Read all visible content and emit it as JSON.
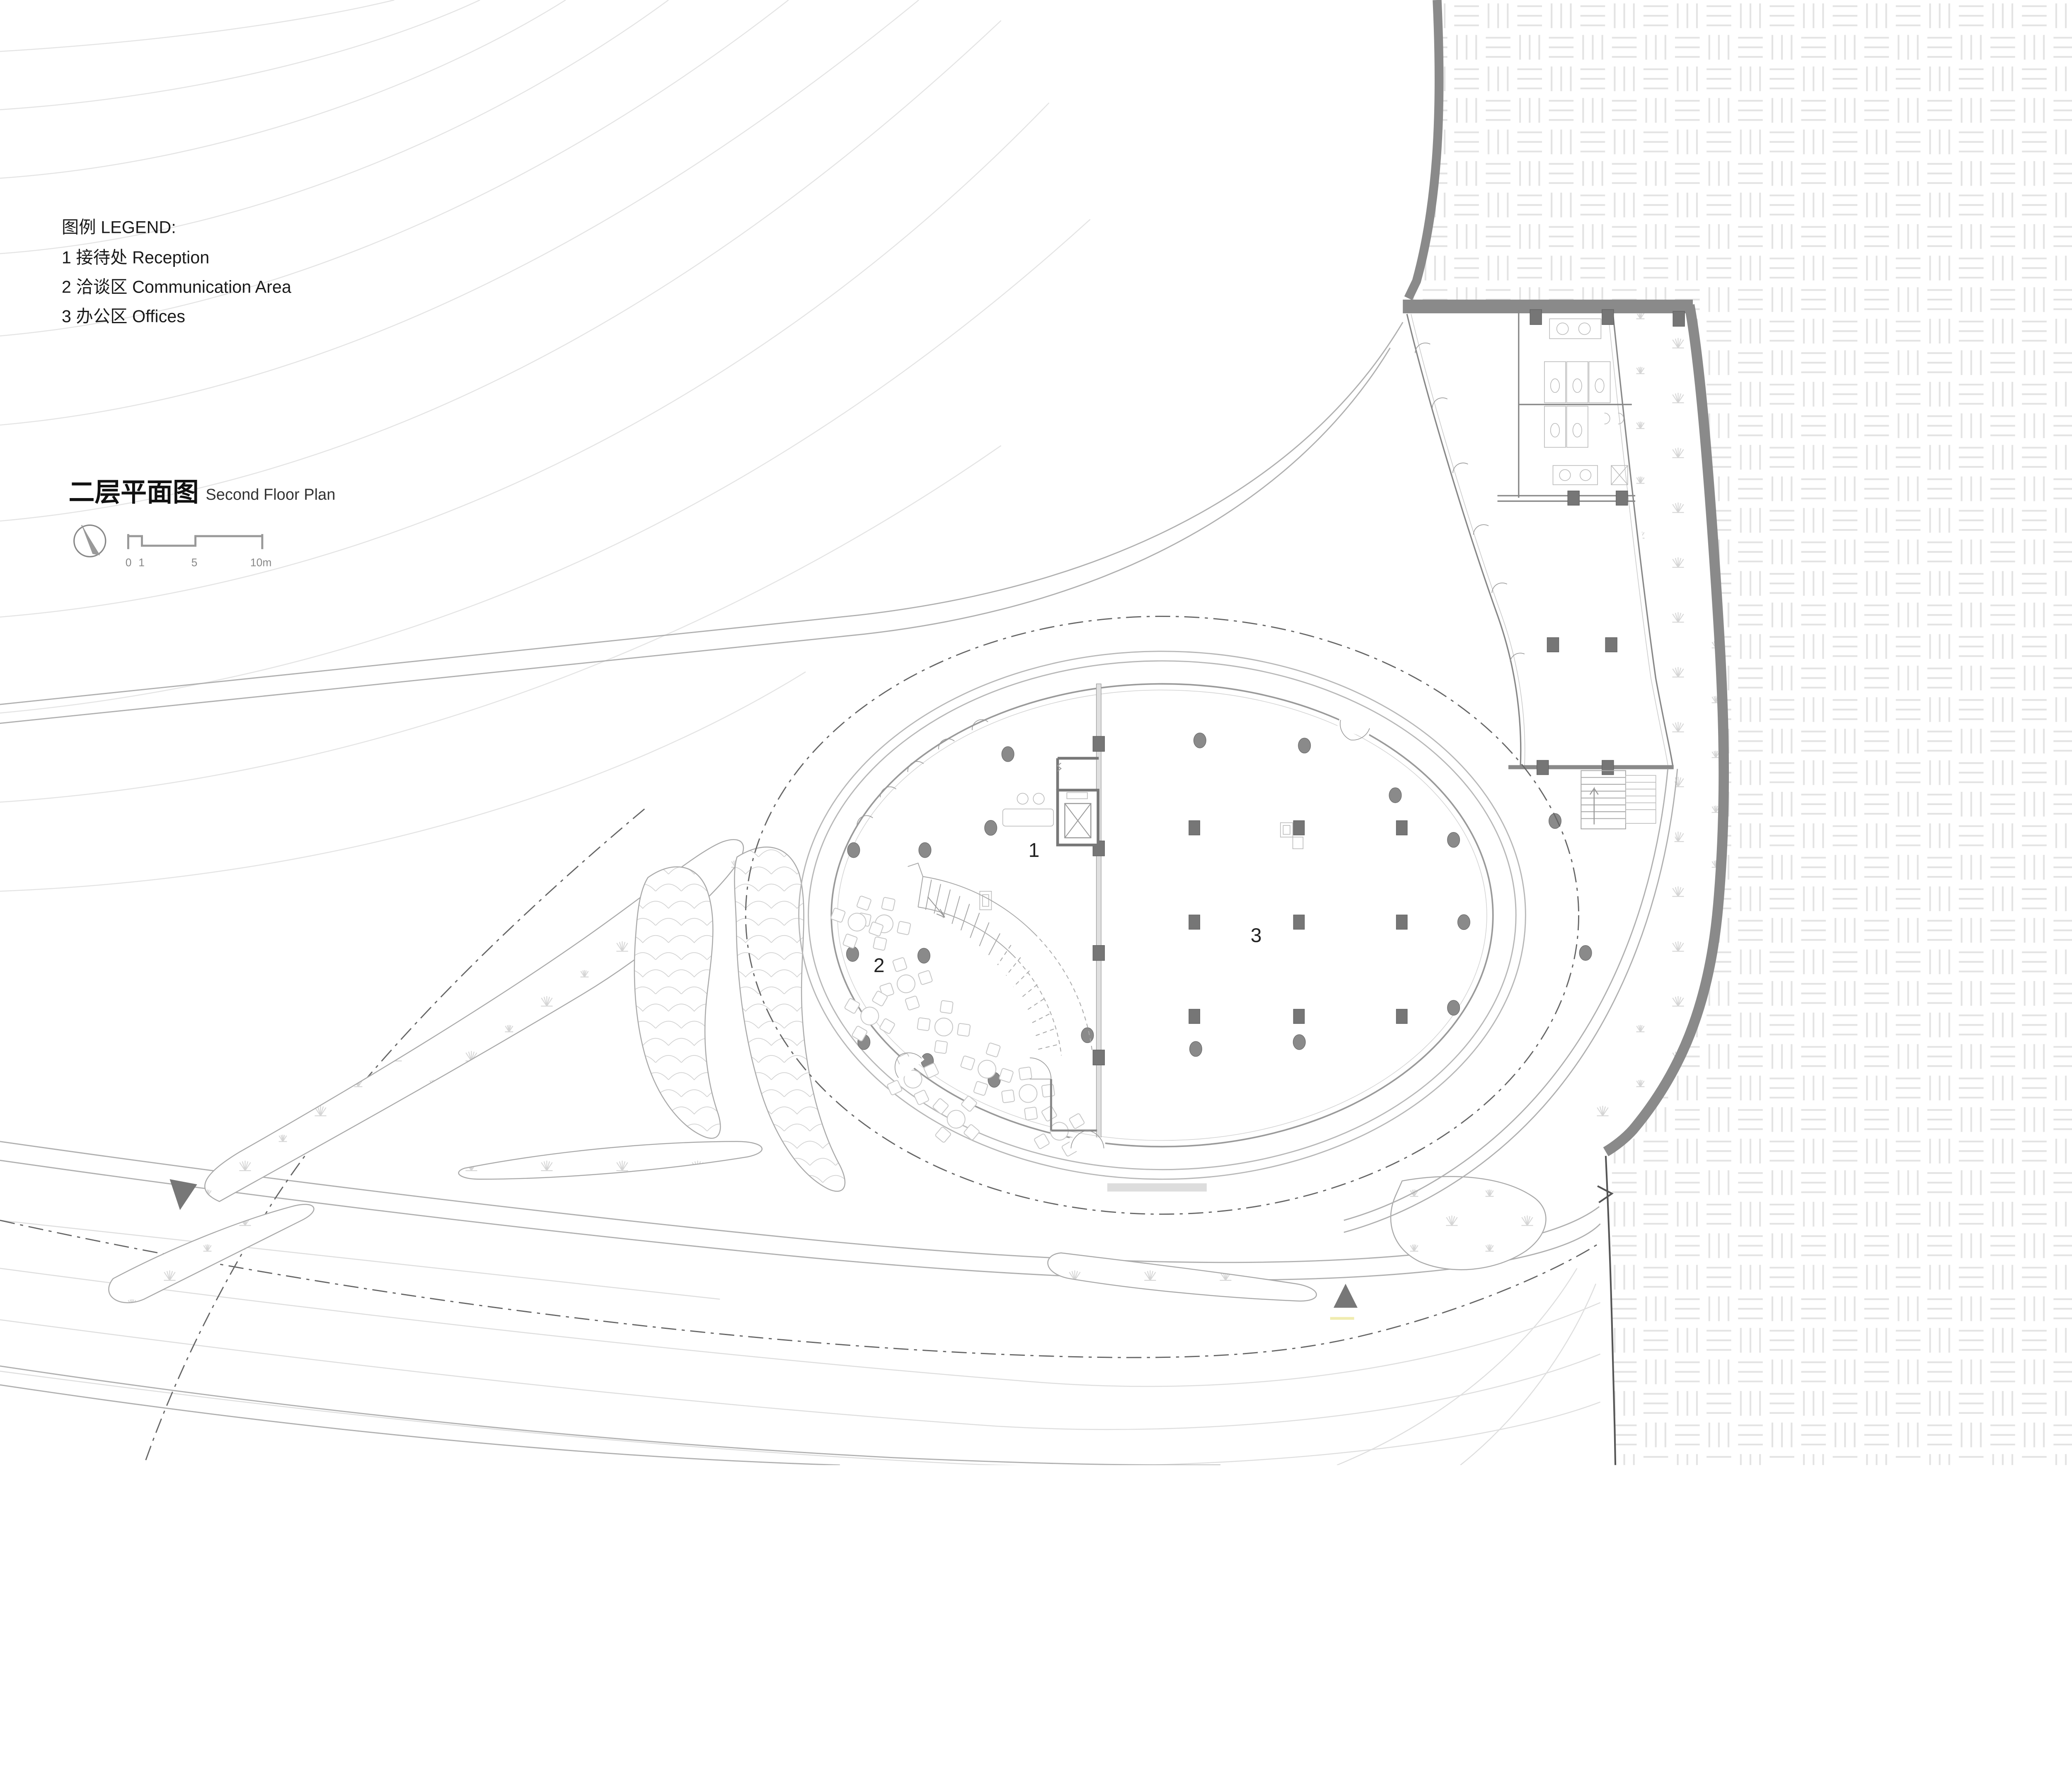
{
  "title": {
    "zh": "二层平面图",
    "en": "Second Floor Plan"
  },
  "legend": {
    "title": "图例 LEGEND:",
    "items": [
      "1 接待处 Reception",
      "2 洽谈区 Communication Area",
      "3 办公区 Offices"
    ]
  },
  "scale_bar": {
    "ticks": [
      "0",
      "1",
      "5",
      "10m"
    ]
  },
  "plan": {
    "area_labels": [
      "1",
      "2",
      "3"
    ],
    "areas": [
      {
        "id": "1",
        "zh": "接待处",
        "en": "Reception"
      },
      {
        "id": "2",
        "zh": "洽谈区",
        "en": "Communication Area"
      },
      {
        "id": "3",
        "zh": "办公区",
        "en": "Offices"
      }
    ]
  },
  "icons": [
    {
      "name": "north-arrow-icon"
    },
    {
      "name": "entrance-arrow-down-icon"
    },
    {
      "name": "entrance-arrow-up-icon"
    }
  ],
  "colors": {
    "boundary_wall": "#8a8a8a",
    "column_dark": "#767676",
    "glass_line": "#9a9a9a",
    "road_line": "#b0b0b0",
    "contour_line": "#e4e4e4",
    "paving_line": "#e3e3e3",
    "water_line": "#cfcfcf",
    "grass_line": "#d5d5d5",
    "text_dark": "#1a1a1a",
    "accent_yellow": "#f0ecb0"
  }
}
